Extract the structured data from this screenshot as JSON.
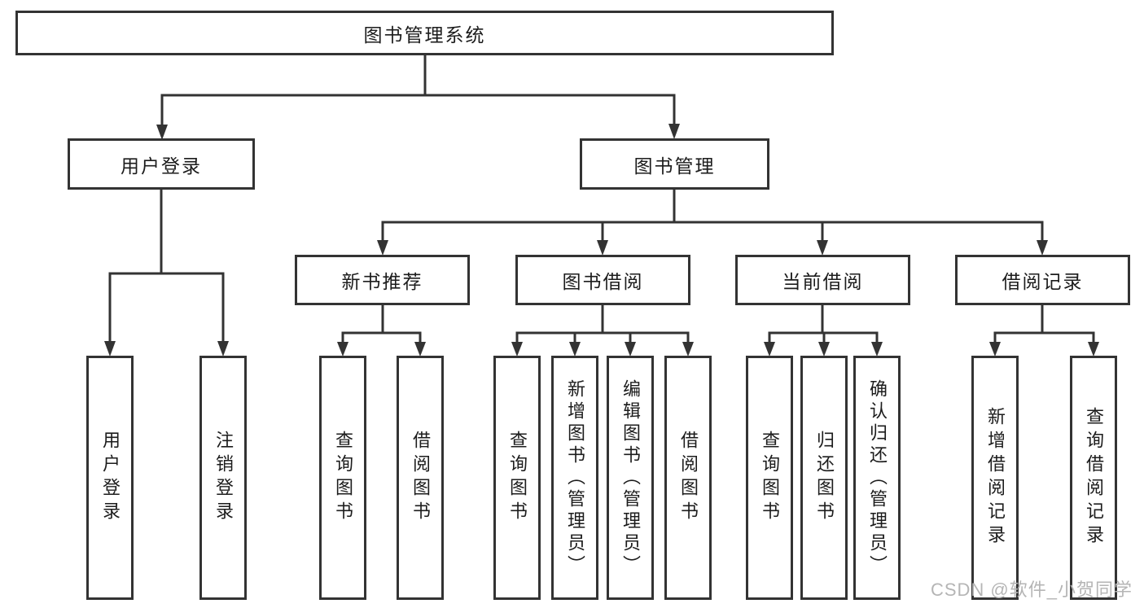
{
  "colors": {
    "line": "#333333",
    "text": "#1c1c1c",
    "background": "#ffffff",
    "watermark": "#b5b5b5"
  },
  "watermark": {
    "text": "CSDN @软件_小贺同学"
  },
  "tree": {
    "root": {
      "label": "图书管理系统"
    },
    "children": [
      {
        "label": "用户登录",
        "children": [
          {
            "label": "用户登录"
          },
          {
            "label": "注销登录"
          }
        ]
      },
      {
        "label": "图书管理",
        "children": [
          {
            "label": "新书推荐",
            "children": [
              {
                "label": "查询图书"
              },
              {
                "label": "借阅图书"
              }
            ]
          },
          {
            "label": "图书借阅",
            "children": [
              {
                "label": "查询图书"
              },
              {
                "label": "新增图书（管理员）"
              },
              {
                "label": "编辑图书（管理员）"
              },
              {
                "label": "借阅图书"
              }
            ]
          },
          {
            "label": "当前借阅",
            "children": [
              {
                "label": "查询图书"
              },
              {
                "label": "归还图书"
              },
              {
                "label": "确认归还（管理员）"
              }
            ]
          },
          {
            "label": "借阅记录",
            "children": [
              {
                "label": "新增借阅记录"
              },
              {
                "label": "查询借阅记录"
              }
            ]
          }
        ]
      }
    ]
  }
}
